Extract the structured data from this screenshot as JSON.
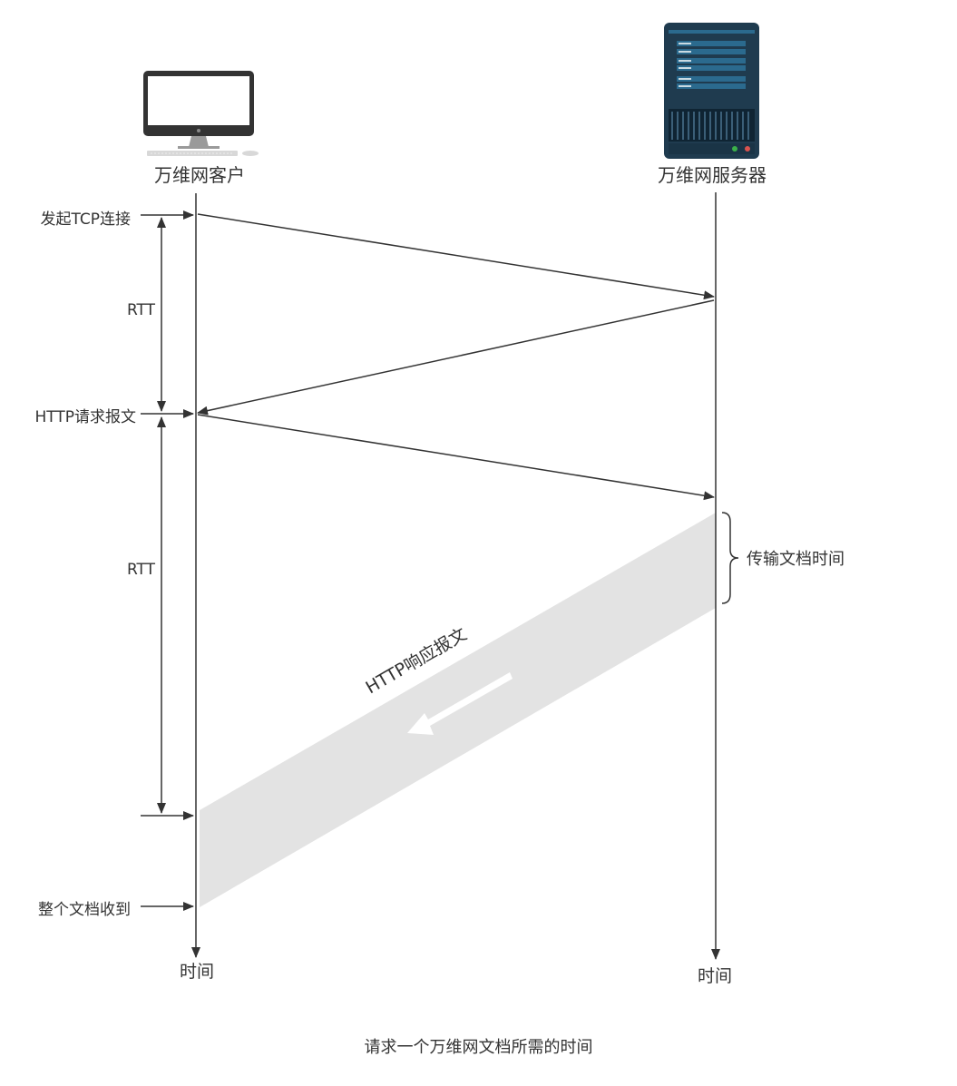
{
  "colors": {
    "line": "#333333",
    "band": "#e3e3e3",
    "server_body": "#1f3b4f",
    "server_panel": "#2b6a8e"
  },
  "icons": {
    "client": "desktop-computer-icon",
    "server": "server-rack-icon"
  },
  "client": {
    "label": "万维网客户"
  },
  "server": {
    "label": "万维网服务器"
  },
  "left_labels": {
    "tcp": "发起TCP连接",
    "rtt1": "RTT",
    "http_request": "HTTP请求报文",
    "rtt2": "RTT",
    "received": "整个文档收到"
  },
  "transfer_time": "传输文档时间",
  "response": "HTTP响应报文",
  "time_client": "时间",
  "time_server": "时间",
  "caption": "请求一个万维网文档所需的时间"
}
